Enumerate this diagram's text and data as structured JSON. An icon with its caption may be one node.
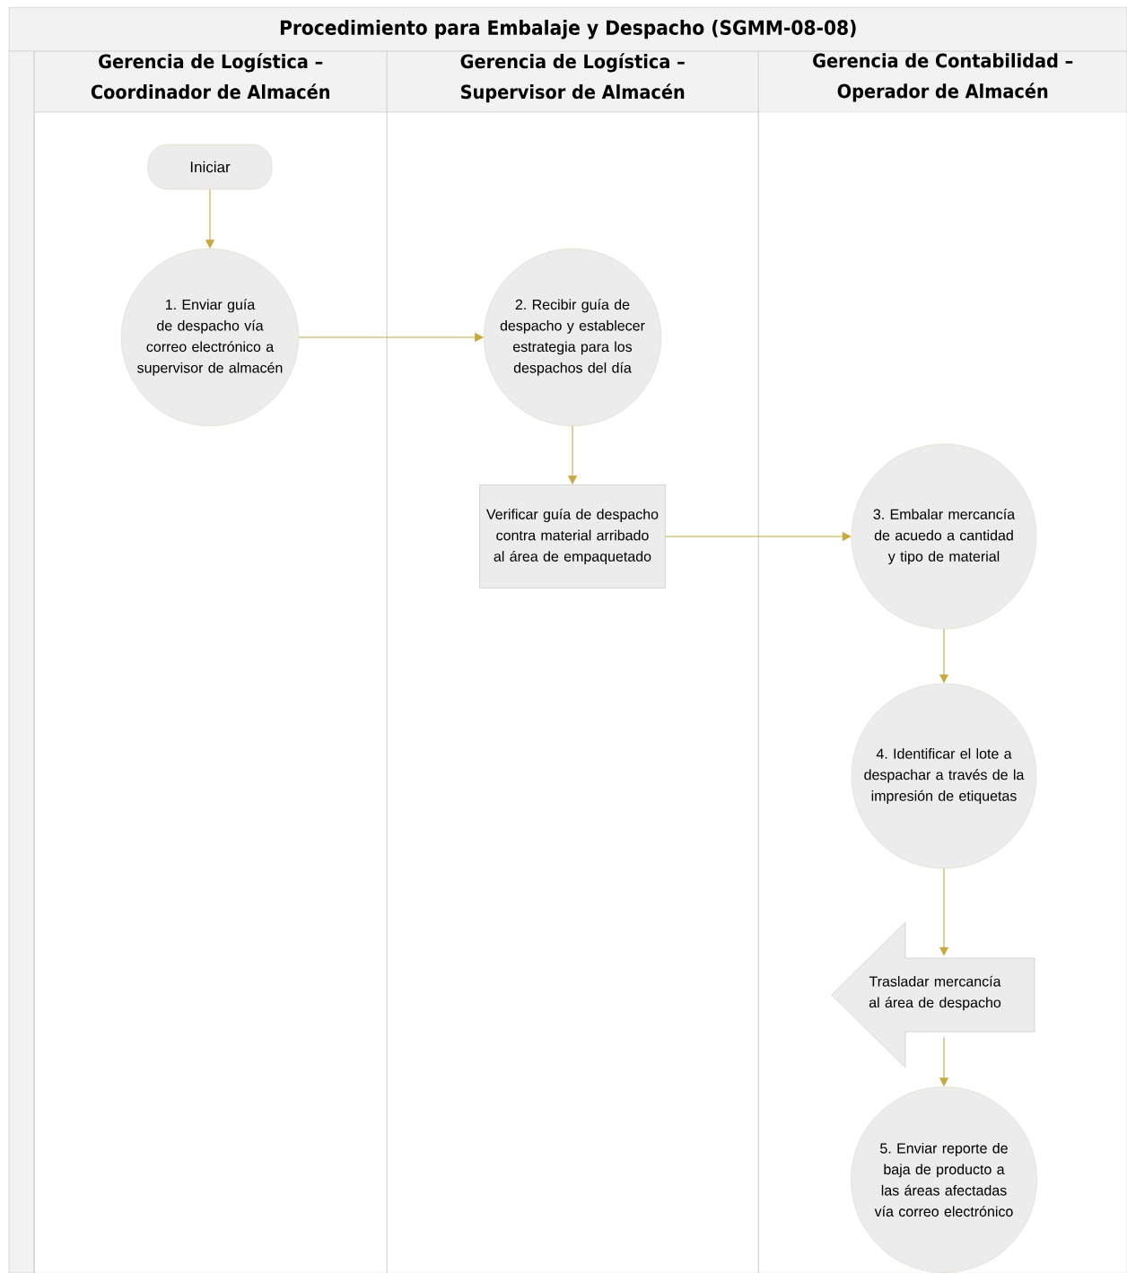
{
  "diagram": {
    "title": "Procedimiento para Embalaje y Despacho (SGMM-08-08)",
    "nodes": [
      {
        "text": [
          "Gerencia de Logística – Coordinador de Almacén"
        ]
      },
      {
        "text": [
          "Gerencia de Logística – Supervisor de Almacén"
        ]
      },
      {
        "text": [
          "Gerencia de Contabilidad – Operador de Almacén"
        ]
      },
      {
        "text": [
          "Iniciar"
        ],
        "in": 0
      },
      {
        "text": [
          "1. Enviar guía de despacho vía correo electrónico a supervisor de almacén"
        ],
        "in": 0
      },
      {
        "text": [
          "2. Recibir guía de despacho y establecer estrategia para los despachos del día"
        ],
        "in": 1
      },
      {
        "text": [
          "Verificar guía de despacho contra material arribado al área de empaquetado"
        ],
        "in": 1
      },
      {
        "text": [
          "3. Embalar mercancía de acuedo a cantidad y tipo de material"
        ],
        "in": 2
      },
      {
        "text": [
          "4. Identificar el lote a despachar a través de la impresión de etiquetas"
        ],
        "in": 2
      },
      {
        "text": [
          "Trasladar mercancía al área de despacho"
        ],
        "in": 2
      },
      {
        "text": [
          "5. Enviar reporte de baja de producto a las áreas afectadas vía correo electrónico"
        ],
        "in": 2
      }
    ],
    "edges": [
      {
        "from": 3,
        "to": 4,
        "arrow": "to"
      },
      {
        "from": 4,
        "to": 5,
        "arrow": "to"
      },
      {
        "from": 5,
        "to": 6,
        "arrow": "to"
      },
      {
        "from": 6,
        "to": 7,
        "arrow": "to"
      },
      {
        "from": 7,
        "to": 8,
        "arrow": "to"
      },
      {
        "from": 8,
        "to": 9,
        "arrow": "to"
      },
      {
        "from": 9,
        "to": 10,
        "arrow": "to"
      },
      {
        "from": 10,
        "to": null,
        "arrow": "none"
      }
    ]
  }
}
